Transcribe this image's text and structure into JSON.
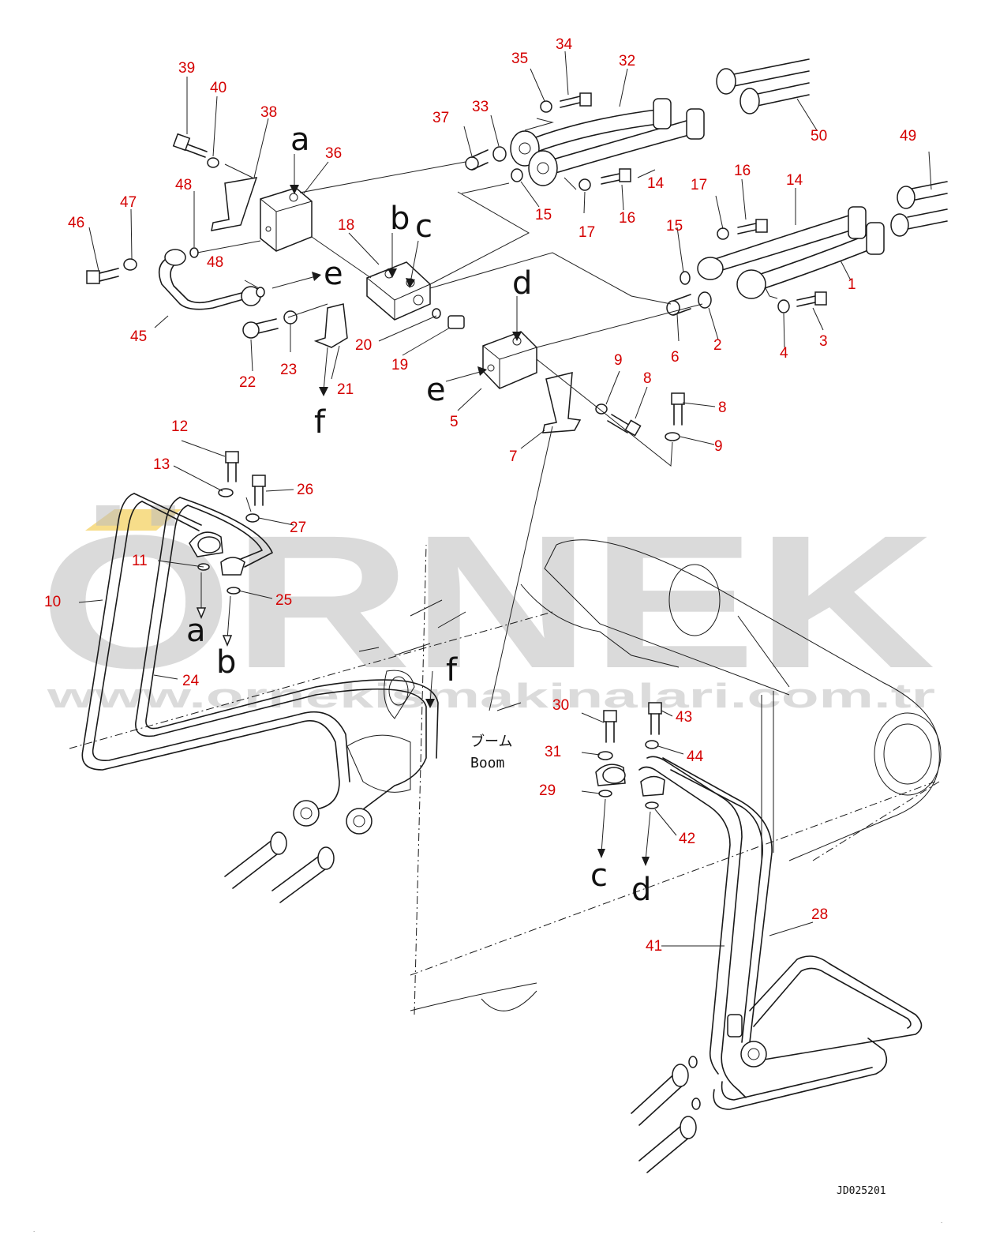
{
  "diagram": {
    "watermark": {
      "brand": "ÖRNEK",
      "url": "www.ornekismakinalari.com.tr"
    },
    "drawing_code": "JD025201",
    "boom_label_jp": "ブーム",
    "boom_label_en": "Boom",
    "colors": {
      "callout": "#d40000",
      "line": "#1a1a1a",
      "watermark": "#bdbdbd",
      "accent": "#f3cf58"
    },
    "callouts": [
      "39",
      "40",
      "38",
      "36",
      "37",
      "33",
      "35",
      "34",
      "32",
      "50",
      "49",
      "46",
      "47",
      "48",
      "48",
      "18",
      "15",
      "14",
      "17",
      "16",
      "17",
      "16",
      "14",
      "15",
      "1",
      "45",
      "22",
      "23",
      "20",
      "21",
      "19",
      "6",
      "2",
      "4",
      "3",
      "9",
      "8",
      "8",
      "9",
      "5",
      "7",
      "12",
      "13",
      "26",
      "27",
      "11",
      "25",
      "10",
      "24",
      "30",
      "43",
      "31",
      "44",
      "29",
      "42",
      "28",
      "41"
    ],
    "letters": [
      "a",
      "b",
      "c",
      "d",
      "e",
      "e",
      "f",
      "f",
      "a",
      "b",
      "c",
      "d"
    ]
  }
}
